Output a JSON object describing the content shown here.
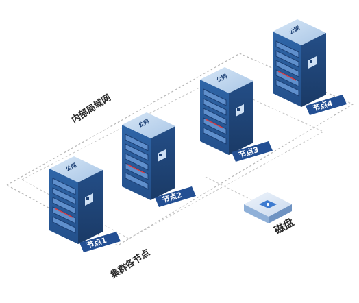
{
  "diagram": {
    "lan_label": "内部局域网",
    "cluster_label": "集群各节点",
    "disk_label": "磁盘",
    "public_network_label": "公网",
    "nodes": [
      {
        "label": "节点1"
      },
      {
        "label": "节点2"
      },
      {
        "label": "节点3"
      },
      {
        "label": "节点4"
      }
    ]
  },
  "colors": {
    "rack_dark": "#1c3f73",
    "rack_mid": "#2e5f9e",
    "rack_top": "#b9d3ee",
    "label_bg": "#234f93",
    "dashed_line": "#b7b7b7",
    "text_dark": "#2a2a2a",
    "accent_red": "#d2404a"
  }
}
